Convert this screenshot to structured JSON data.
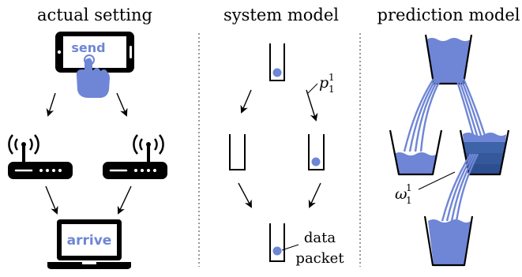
{
  "panels": {
    "actual": {
      "title": "actual setting"
    },
    "system": {
      "title": "system model"
    },
    "prediction": {
      "title": "prediction model"
    }
  },
  "actual": {
    "phone_label": "send",
    "laptop_label": "arrive"
  },
  "system": {
    "prob_label": {
      "base": "p",
      "sup": "1",
      "sub": "1"
    },
    "packet_label_line1": "data",
    "packet_label_line2": "packet"
  },
  "prediction": {
    "flow_label": {
      "base": "ω",
      "sup": "1",
      "sub": "1"
    }
  },
  "colors": {
    "water": "#6f86d6",
    "water_dark": "#2e4f8f",
    "water_mid": "#3d63a8",
    "ink": "#000000"
  }
}
